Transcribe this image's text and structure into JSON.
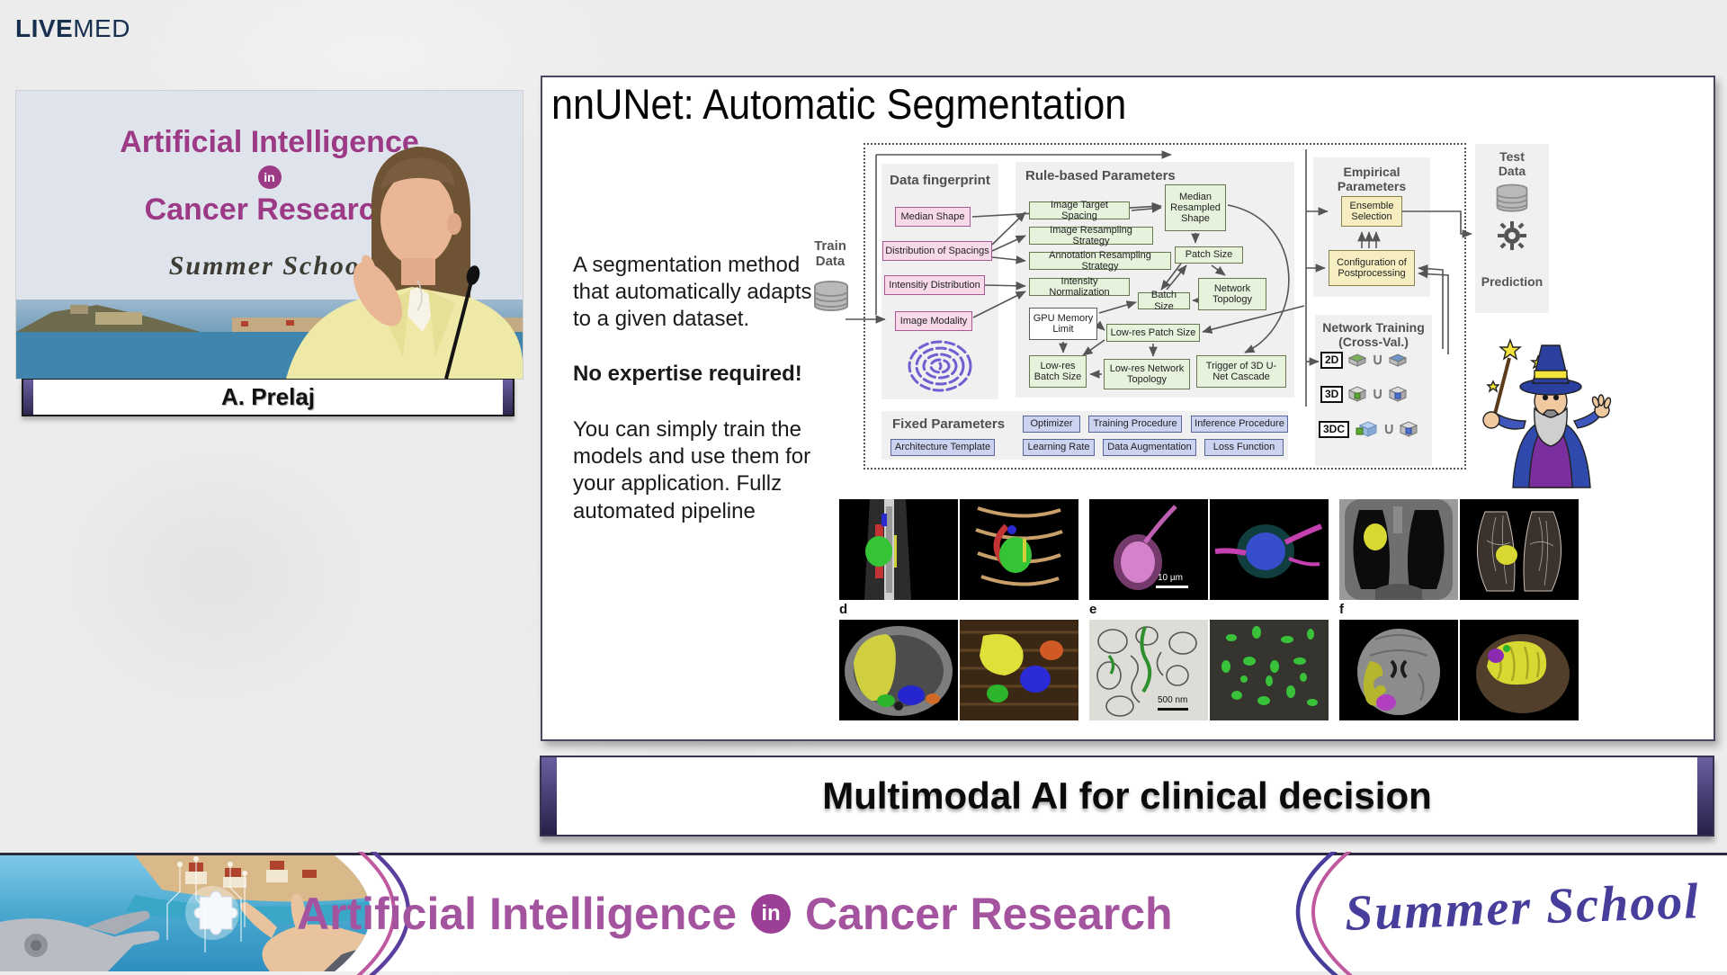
{
  "header": {
    "logo_bold": "LIVE",
    "logo_rest": "MED"
  },
  "video": {
    "name_plate": "A. Prelaj",
    "backdrop_line1": "Artificial Intelligence",
    "backdrop_badge": "in",
    "backdrop_line2": "Cancer Research",
    "backdrop_script": "Summer School"
  },
  "slide": {
    "title": "nnUNet: Automatic Segmentation",
    "body": {
      "p1": "A segmentation method that automatically adapts to a given dataset.",
      "p2": "No expertise required!",
      "p3": "You can simply train the models and use them for your application. Fullz automated pipeline"
    },
    "diagram": {
      "train_data": "Train Data",
      "data_fingerprint": {
        "title": "Data fingerprint",
        "median_shape": "Median Shape",
        "distribution_of_spacings": "Distribution of Spacings",
        "intensity_distribution": "Intensitiy Distribution",
        "image_modality": "Image Modality"
      },
      "rule_based": {
        "title": "Rule-based Parameters",
        "image_target_spacing": "Image Target Spacing",
        "image_resampling_strategy": "Image Resampling Strategy",
        "annotation_resampling_strategy": "Annotation Resampling Strategy",
        "intensity_normalization": "Intensity Normalization",
        "gpu_memory_limit": "GPU Memory Limit",
        "median_resampled_shape": "Median Resampled Shape",
        "patch_size": "Patch Size",
        "network_topology": "Network Topology",
        "batch_size": "Batch Size",
        "low_res_patch_size": "Low-res Patch Size",
        "low_res_batch_size": "Low-res Batch Size",
        "low_res_network_topology": "Low-res Network Topology",
        "trigger_cascade": "Trigger of 3D U-Net Cascade"
      },
      "fixed": {
        "title": "Fixed Parameters",
        "architecture_template": "Architecture Template",
        "optimizer": "Optimizer",
        "learning_rate": "Learning Rate",
        "training_procedure": "Training Procedure",
        "data_augmentation": "Data Augmentation",
        "inference_procedure": "Inference Procedure",
        "loss_function": "Loss Function"
      },
      "empirical": {
        "title": "Empirical Parameters",
        "ensemble_selection": "Ensemble Selection",
        "configuration_of_postprocessing": "Configuration of Postprocessing"
      },
      "network_training": {
        "title": "Network Training",
        "subtitle": "(Cross-Val.)",
        "row1": "2D",
        "row2": "3D",
        "row3": "3DC"
      },
      "test": {
        "title": "Test Data",
        "prediction": "Prediction"
      }
    },
    "figures": {
      "label_d": "d",
      "label_e": "e",
      "label_f": "f",
      "scale_b": "10 µm",
      "scale_e": "500 nm"
    }
  },
  "banner": {
    "text": "Multimodal AI for clinical decision"
  },
  "footer": {
    "title_left": "Artificial Intelligence",
    "badge": "in",
    "title_right": "Cancer Research",
    "script": "Summer School"
  },
  "colors": {
    "accent_purple": "#a4549e",
    "script_indigo": "#473d9b",
    "logo_navy": "#18304f",
    "pink_box": "#f7d9e8",
    "green_box": "#e6f2db",
    "yellow_box": "#f6eec1",
    "lavender_box": "#ccd3f0"
  }
}
